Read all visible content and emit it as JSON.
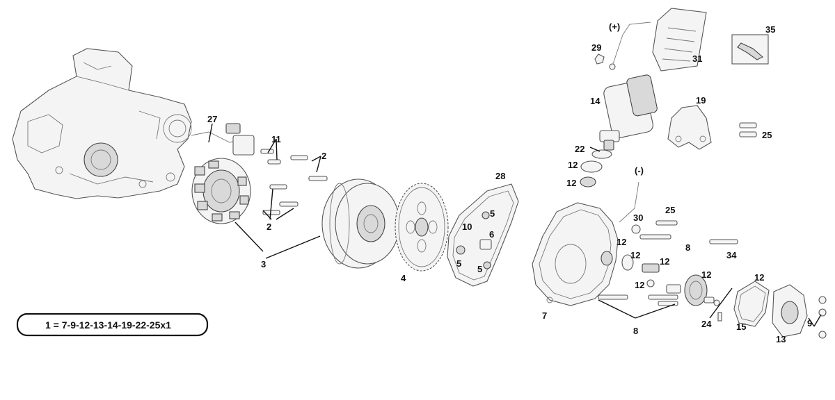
{
  "diagram": {
    "formula": "1 = 7-9-12-13-14-19-22-25x1",
    "callouts": [
      {
        "id": "27",
        "text": "27"
      },
      {
        "id": "11",
        "text": "11"
      },
      {
        "id": "2a",
        "text": "2"
      },
      {
        "id": "2b",
        "text": "2"
      },
      {
        "id": "3",
        "text": "3"
      },
      {
        "id": "28",
        "text": "28"
      },
      {
        "id": "4",
        "text": "4"
      },
      {
        "id": "10",
        "text": "10"
      },
      {
        "id": "5a",
        "text": "5"
      },
      {
        "id": "6",
        "text": "6"
      },
      {
        "id": "5b",
        "text": "5"
      },
      {
        "id": "5c",
        "text": "5"
      },
      {
        "id": "plus",
        "text": "(+)"
      },
      {
        "id": "29",
        "text": "29"
      },
      {
        "id": "31",
        "text": "31"
      },
      {
        "id": "35",
        "text": "35"
      },
      {
        "id": "14",
        "text": "14"
      },
      {
        "id": "19",
        "text": "19"
      },
      {
        "id": "25a",
        "text": "25"
      },
      {
        "id": "22",
        "text": "22"
      },
      {
        "id": "12a",
        "text": "12"
      },
      {
        "id": "12b",
        "text": "12"
      },
      {
        "id": "minus",
        "text": "(-)"
      },
      {
        "id": "25b",
        "text": "25"
      },
      {
        "id": "30",
        "text": "30"
      },
      {
        "id": "12c",
        "text": "12"
      },
      {
        "id": "8a",
        "text": "8"
      },
      {
        "id": "34",
        "text": "34"
      },
      {
        "id": "12d",
        "text": "12"
      },
      {
        "id": "12e",
        "text": "12"
      },
      {
        "id": "12f",
        "text": "12"
      },
      {
        "id": "12g",
        "text": "12"
      },
      {
        "id": "12h",
        "text": "12"
      },
      {
        "id": "7",
        "text": "7"
      },
      {
        "id": "8b",
        "text": "8"
      },
      {
        "id": "24",
        "text": "24"
      },
      {
        "id": "15",
        "text": "15"
      },
      {
        "id": "9",
        "text": "9"
      },
      {
        "id": "13",
        "text": "13"
      }
    ]
  }
}
